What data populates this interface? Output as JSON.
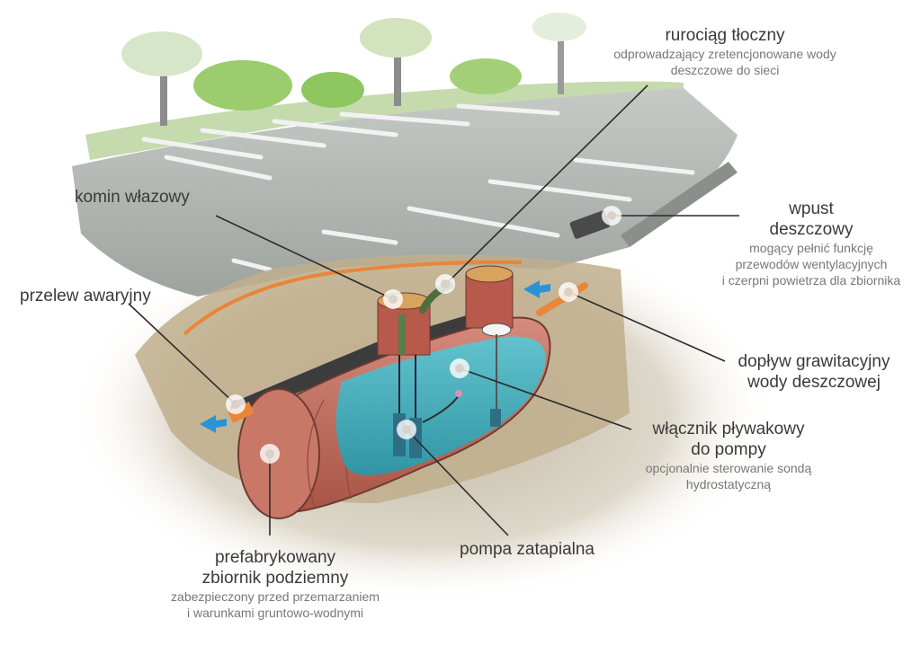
{
  "labels": {
    "rurociag": {
      "title": "rurociąg tłoczny",
      "desc": [
        "odprowadzający zretencjonowane wody",
        "deszczowe do sieci"
      ]
    },
    "komin": {
      "title": "komin włazowy"
    },
    "wpust": {
      "title": [
        "wpust",
        "deszczowy"
      ],
      "desc": [
        "mogący pełnić funkcję",
        "przewodów wentylacyjnych",
        "i czerpni powietrza dla zbiornika"
      ]
    },
    "przelew": {
      "title": "przelew awaryjny"
    },
    "doplyw": {
      "title": [
        "dopływ grawitacyjny",
        "wody deszczowej"
      ]
    },
    "wlacznik": {
      "title": [
        "włącznik pływakowy",
        "do pompy"
      ],
      "desc": [
        "opcjonalnie sterowanie sondą",
        "hydrostatyczną"
      ]
    },
    "pompa": {
      "title": "pompa zatapialna"
    },
    "zbiornik": {
      "title": [
        "prefabrykowany",
        "zbiornik podziemny"
      ],
      "desc": [
        "zabezpieczony przed przemarzaniem",
        "i warunkami gruntowo-wodnymi"
      ]
    }
  },
  "colors": {
    "tank": "#c9776a",
    "water": "#3fb3c2",
    "ground": "#c9b99a",
    "asphalt": "#a9adaa",
    "pipe_orange": "#e8863a",
    "flow_arrow": "#2a93d8",
    "leader_line": "#2b2b2b"
  }
}
